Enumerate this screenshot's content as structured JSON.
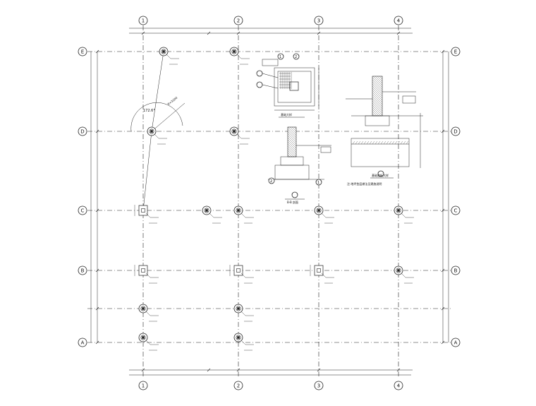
{
  "drawing": {
    "bubbles_vertical": [
      "1",
      "2",
      "3",
      "4"
    ],
    "bubbles_horizontal": [
      "E",
      "D",
      "C",
      "B",
      "A"
    ],
    "detail_captions": [
      "基础大样",
      "B-B 剖面",
      "基础底板大样",
      "注:地坪垫层做法见建施说明"
    ],
    "detail_markers": [
      "1",
      "2",
      "1"
    ],
    "angle_label": "172.6°"
  },
  "colors": {
    "line": "#222222",
    "background": "#ffffff"
  }
}
